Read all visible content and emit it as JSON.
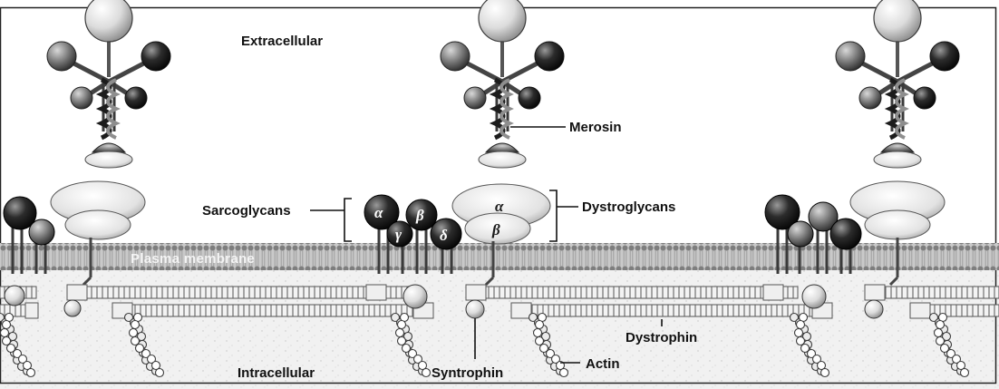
{
  "diagram": {
    "labels": {
      "extracellular": "Extracellular",
      "intracellular": "Intracellular",
      "merosin": "Merosin",
      "sarcoglycans": "Sarcoglycans",
      "dystroglycans": "Dystroglycans",
      "plasma_membrane": "Plasma membrane",
      "dystrophin": "Dystrophin",
      "syntrophin": "Syntrophin",
      "actin": "Actin"
    },
    "greek": {
      "sarco_alpha": "α",
      "sarco_beta": "β",
      "sarco_gamma": "γ",
      "sarco_delta": "δ",
      "dystro_alpha": "α",
      "dystro_beta": "β"
    }
  },
  "colors": {
    "background": "#ffffff",
    "cytoplasm": "#efefef",
    "membrane": "#9a9a9a",
    "sphere_dark": "#1f1f1f",
    "sphere_light": "#e4e4e4",
    "ink": "#111111"
  }
}
